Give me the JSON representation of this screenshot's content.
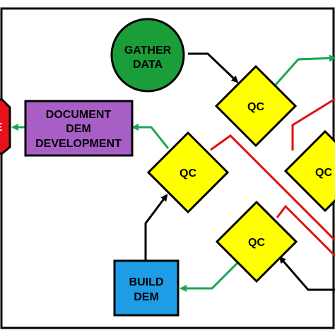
{
  "nodes": {
    "gather_data": {
      "line1": "GATHER",
      "line2": "DATA",
      "fill": "#1a9e3a"
    },
    "document": {
      "line1": "DOCUMENT",
      "line2": "DEM",
      "line3": "DEVELOPMENT",
      "fill": "#a75fc6"
    },
    "build_dem": {
      "line1": "BUILD",
      "line2": "DEM",
      "fill": "#1e9de6"
    },
    "qc_top": {
      "label": "QC"
    },
    "qc_left": {
      "label": "QC"
    },
    "qc_right": {
      "label": "QC"
    },
    "qc_bottom": {
      "label": "QC"
    },
    "stop_sign": {
      "label": "E",
      "fill": "#e8111c"
    }
  },
  "colors": {
    "qc_fill": "#ffff00",
    "pass_arrow": "#1aa553",
    "fail_line": "#e01010",
    "flow_arrow": "#000000",
    "border": "#000000"
  }
}
